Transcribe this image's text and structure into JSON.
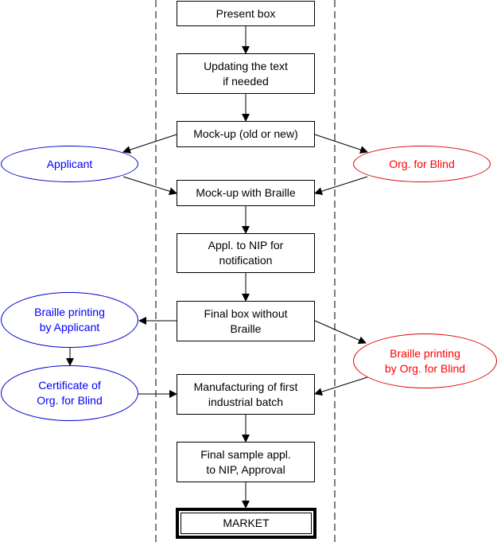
{
  "diagram": {
    "process_steps": [
      {
        "id": "present-box",
        "label": "Present box"
      },
      {
        "id": "updating-text",
        "label": "Updating the text\nif needed"
      },
      {
        "id": "mockup",
        "label": "Mock-up (old or new)"
      },
      {
        "id": "mockup-braille",
        "label": "Mock-up with Braille"
      },
      {
        "id": "appl-nip",
        "label": "Appl. to NIP for\nnotification"
      },
      {
        "id": "final-box",
        "label": "Final box without\nBraille"
      },
      {
        "id": "manufacturing",
        "label": "Manufacturing of first\nindustrial batch"
      },
      {
        "id": "final-sample",
        "label": "Final sample appl.\nto NIP, Approval"
      },
      {
        "id": "market",
        "label": "MARKET"
      }
    ],
    "actors": [
      {
        "id": "applicant",
        "label": "Applicant",
        "color": "#0000ff"
      },
      {
        "id": "org-blind",
        "label": "Org. for Blind",
        "color": "#ff0000"
      },
      {
        "id": "braille-applicant",
        "label": "Braille printing\nby Applicant",
        "color": "#0000ff"
      },
      {
        "id": "certificate",
        "label": "Certificate of\nOrg. for Blind",
        "color": "#0000ff"
      },
      {
        "id": "braille-org",
        "label": "Braille printing\nby Org. for Blind",
        "color": "#ff0000"
      }
    ],
    "edges": [
      [
        "present-box",
        "updating-text"
      ],
      [
        "updating-text",
        "mockup"
      ],
      [
        "mockup",
        "applicant"
      ],
      [
        "mockup",
        "org-blind"
      ],
      [
        "applicant",
        "mockup-braille"
      ],
      [
        "org-blind",
        "mockup-braille"
      ],
      [
        "mockup-braille",
        "appl-nip"
      ],
      [
        "appl-nip",
        "final-box"
      ],
      [
        "final-box",
        "braille-applicant"
      ],
      [
        "final-box",
        "braille-org"
      ],
      [
        "braille-applicant",
        "certificate"
      ],
      [
        "certificate",
        "manufacturing"
      ],
      [
        "braille-org",
        "manufacturing"
      ],
      [
        "manufacturing",
        "final-sample"
      ],
      [
        "final-sample",
        "market"
      ]
    ]
  }
}
